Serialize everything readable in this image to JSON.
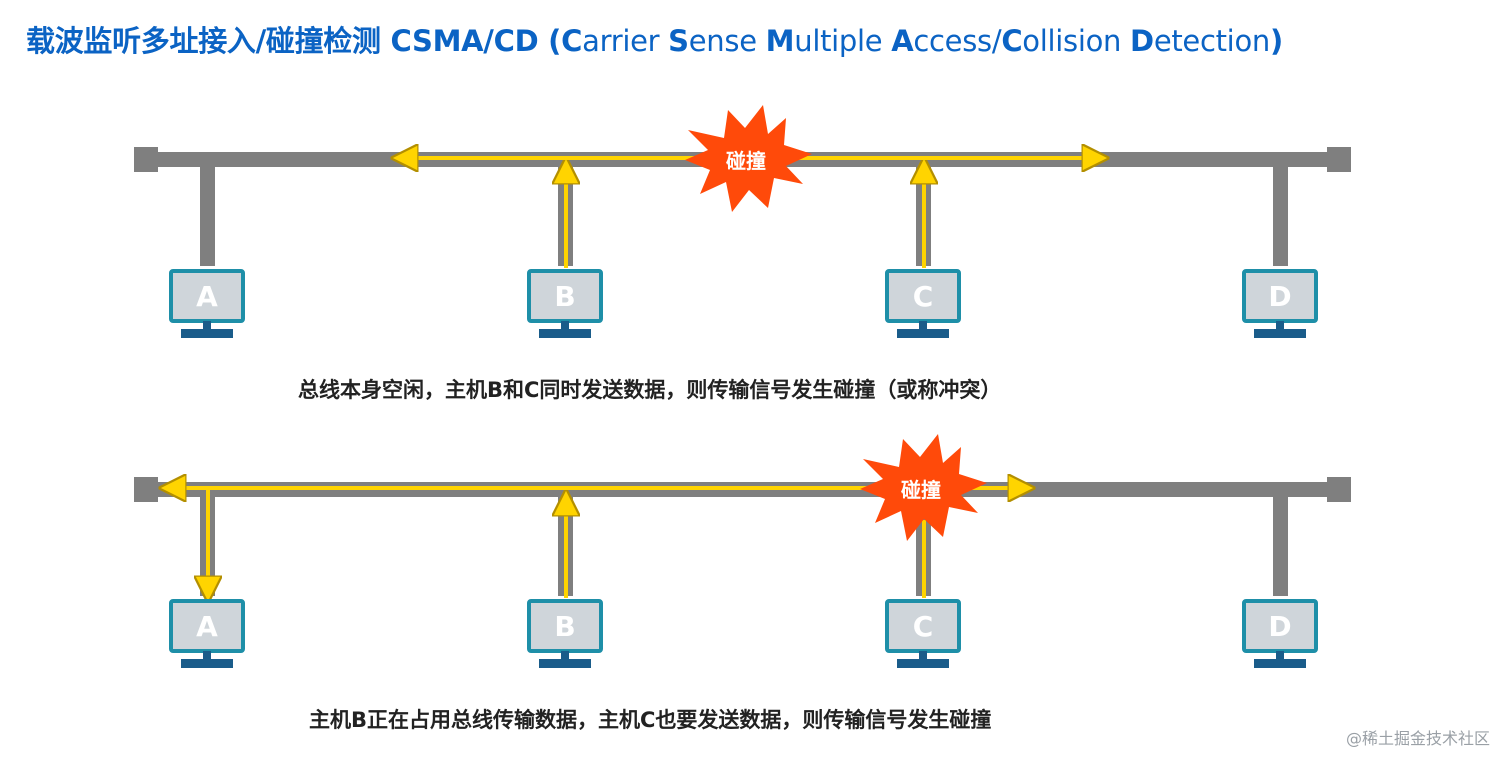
{
  "title": {
    "main": "载波监听多址接入/碰撞检测 CSMA/CD",
    "open_paren": "(",
    "parts": [
      {
        "cap": "C",
        "rest": "arrier "
      },
      {
        "cap": "S",
        "rest": "ense "
      },
      {
        "cap": "M",
        "rest": "ultiple "
      },
      {
        "cap": "A",
        "rest": "ccess/"
      },
      {
        "cap": "C",
        "rest": "ollision "
      },
      {
        "cap": "D",
        "rest": "etection"
      }
    ],
    "close_paren": ")"
  },
  "scenarios": [
    {
      "hosts": [
        "A",
        "B",
        "C",
        "D"
      ],
      "collision_label": "碰撞",
      "caption": "总线本身空闲，主机B和C同时发送数据，则传输信号发生碰撞（或称冲突）"
    },
    {
      "hosts": [
        "A",
        "B",
        "C",
        "D"
      ],
      "collision_label": "碰撞",
      "caption": "主机B正在占用总线传输数据，主机C也要发送数据，则传输信号发生碰撞"
    }
  ],
  "colors": {
    "title": "#0b63c4",
    "bus": "#7f7f7f",
    "signal": "#ffd400",
    "signal_edge": "#b38f00",
    "monitor_frame": "#1e8fa8",
    "monitor_screen": "#cfd5da",
    "monitor_stand": "#1a5c8a",
    "burst": "#ff4a0a",
    "burst_text": "#ffffff"
  },
  "watermark": "@稀土掘金技术社区"
}
